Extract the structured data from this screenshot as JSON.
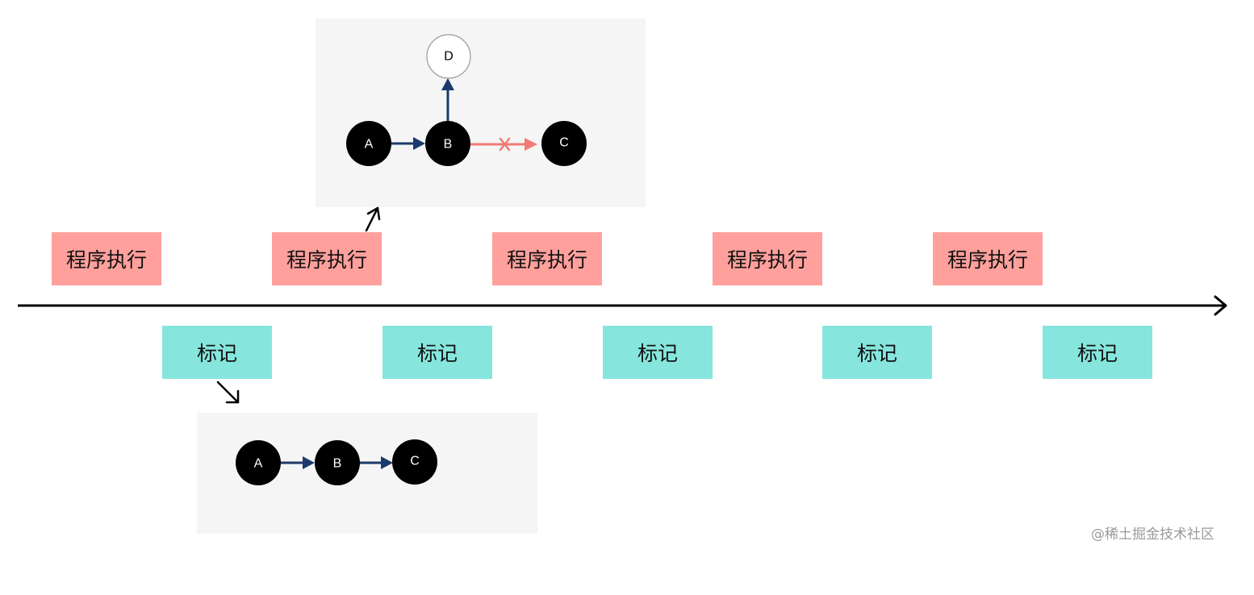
{
  "timeline": {
    "exec_labels": [
      "程序执行",
      "程序执行",
      "程序执行",
      "程序执行",
      "程序执行"
    ],
    "mark_labels": [
      "标记",
      "标记",
      "标记",
      "标记",
      "标记"
    ]
  },
  "colors": {
    "exec_box": "#ffa09c",
    "mark_box": "#86e6de",
    "edge_blue": "#1b3a6b",
    "edge_removed": "#f07b76",
    "node_fill": "#000000"
  },
  "top_graph": {
    "nodes": [
      {
        "id": "D",
        "label": "D",
        "style": "outline"
      },
      {
        "id": "A",
        "label": "A",
        "style": "filled"
      },
      {
        "id": "B",
        "label": "B",
        "style": "filled"
      },
      {
        "id": "C",
        "label": "C",
        "style": "filled"
      }
    ],
    "edges": [
      {
        "from": "A",
        "to": "B",
        "state": "normal"
      },
      {
        "from": "B",
        "to": "D",
        "state": "normal"
      },
      {
        "from": "B",
        "to": "C",
        "state": "removed",
        "mark": "×"
      }
    ]
  },
  "bottom_graph": {
    "nodes": [
      {
        "id": "A",
        "label": "A",
        "style": "filled"
      },
      {
        "id": "B",
        "label": "B",
        "style": "filled"
      },
      {
        "id": "C",
        "label": "C",
        "style": "filled"
      }
    ],
    "edges": [
      {
        "from": "A",
        "to": "B",
        "state": "normal"
      },
      {
        "from": "B",
        "to": "C",
        "state": "normal"
      }
    ]
  },
  "watermark": "@稀土掘金技术社区"
}
